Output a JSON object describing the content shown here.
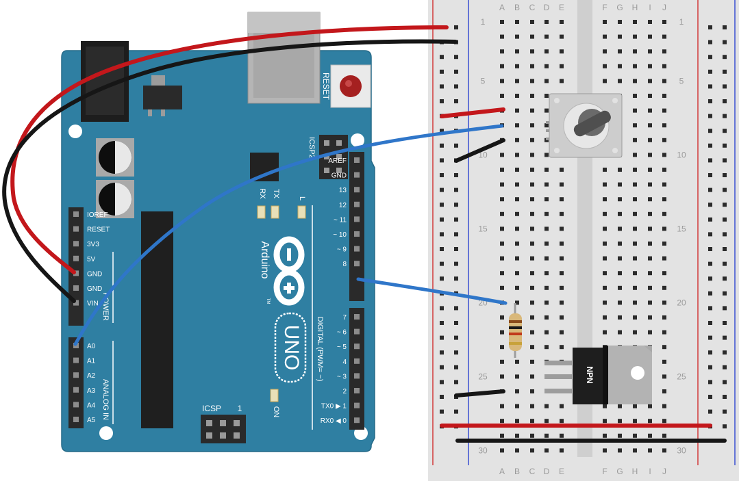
{
  "board": {
    "reset_label": "RESET",
    "icsp2_label": "ICSP2",
    "icsp_label": "ICSP",
    "icsp_pin1": "1",
    "rx_label": "RX",
    "tx_label": "TX",
    "l_label": "L",
    "on_label": "ON",
    "brand": "Arduino",
    "tm": "TM",
    "model": "UNO",
    "power_label": "POWER",
    "analog_label": "ANALOG IN",
    "digital_label": "DIGITAL (PWM= ~)",
    "power_pins": [
      "IOREF",
      "RESET",
      "3V3",
      "5V",
      "GND",
      "GND",
      "VIN"
    ],
    "analog_pins": [
      "A0",
      "A1",
      "A2",
      "A3",
      "A4",
      "A5"
    ],
    "digital_top": [
      "AREF",
      "GND",
      "13",
      "12",
      "~ 11",
      "~ 10",
      "~ 9",
      "8"
    ],
    "digital_bottom": [
      "7",
      "~ 6",
      "~ 5",
      "4",
      "~ 3",
      "2",
      "TX0 ▶ 1",
      "RX0 ◀ 0"
    ]
  },
  "breadboard": {
    "left_cols": [
      "A",
      "B",
      "C",
      "D",
      "E"
    ],
    "right_cols": [
      "F",
      "G",
      "H",
      "I",
      "J"
    ],
    "row_numbers": [
      "1",
      "5",
      "10",
      "15",
      "20",
      "25",
      "30"
    ]
  },
  "components": {
    "transistor_label": "NPN"
  },
  "colors": {
    "board": "#2f7fa2",
    "wire_red": "#cc1f1f",
    "wire_black": "#1a1a1a",
    "wire_blue": "#2f76c9"
  }
}
